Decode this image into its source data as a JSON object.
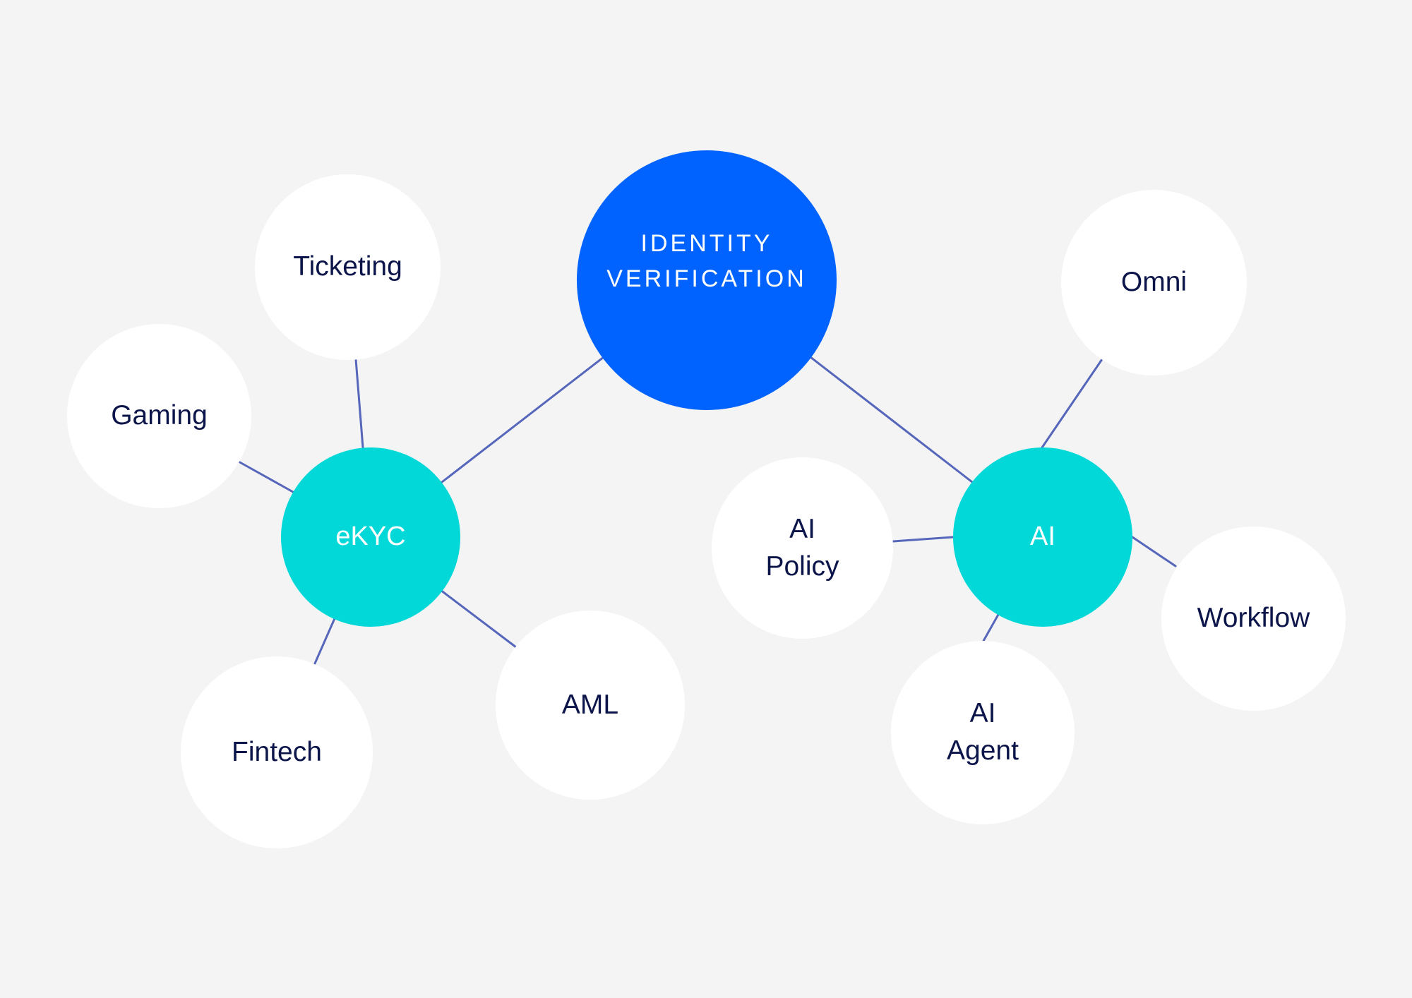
{
  "diagram": {
    "root": {
      "label": "IDENTITY\nVERIFICATION",
      "color": "#0063FF"
    },
    "hubs": [
      {
        "label": "eKYC",
        "color": "#03D8D8"
      },
      {
        "label": "AI",
        "color": "#03D8D8"
      }
    ],
    "leaves": [
      {
        "label": "Ticketing",
        "hub": "eKYC"
      },
      {
        "label": "Gaming",
        "hub": "eKYC"
      },
      {
        "label": "Fintech",
        "hub": "eKYC"
      },
      {
        "label": "AML",
        "hub": "eKYC"
      },
      {
        "label": "Omni",
        "hub": "AI"
      },
      {
        "label": "AI\nPolicy",
        "hub": "AI"
      },
      {
        "label": "Workflow",
        "hub": "AI"
      },
      {
        "label": "AI\nAgent",
        "hub": "AI"
      }
    ],
    "edges": [
      {
        "from": "IDENTITY VERIFICATION",
        "to": "eKYC"
      },
      {
        "from": "IDENTITY VERIFICATION",
        "to": "AI"
      },
      {
        "from": "eKYC",
        "to": "Ticketing"
      },
      {
        "from": "eKYC",
        "to": "Gaming"
      },
      {
        "from": "eKYC",
        "to": "Fintech"
      },
      {
        "from": "eKYC",
        "to": "AML"
      },
      {
        "from": "AI",
        "to": "Omni"
      },
      {
        "from": "AI",
        "to": "AI Policy"
      },
      {
        "from": "AI",
        "to": "Workflow"
      },
      {
        "from": "AI",
        "to": "AI Agent"
      }
    ],
    "colors": {
      "background": "#F4F4F4",
      "leaf_fill": "#FFFFFF",
      "leaf_text": "#0C1549",
      "hub_text": "#FFFFFF",
      "connector": "#5566BB"
    }
  }
}
